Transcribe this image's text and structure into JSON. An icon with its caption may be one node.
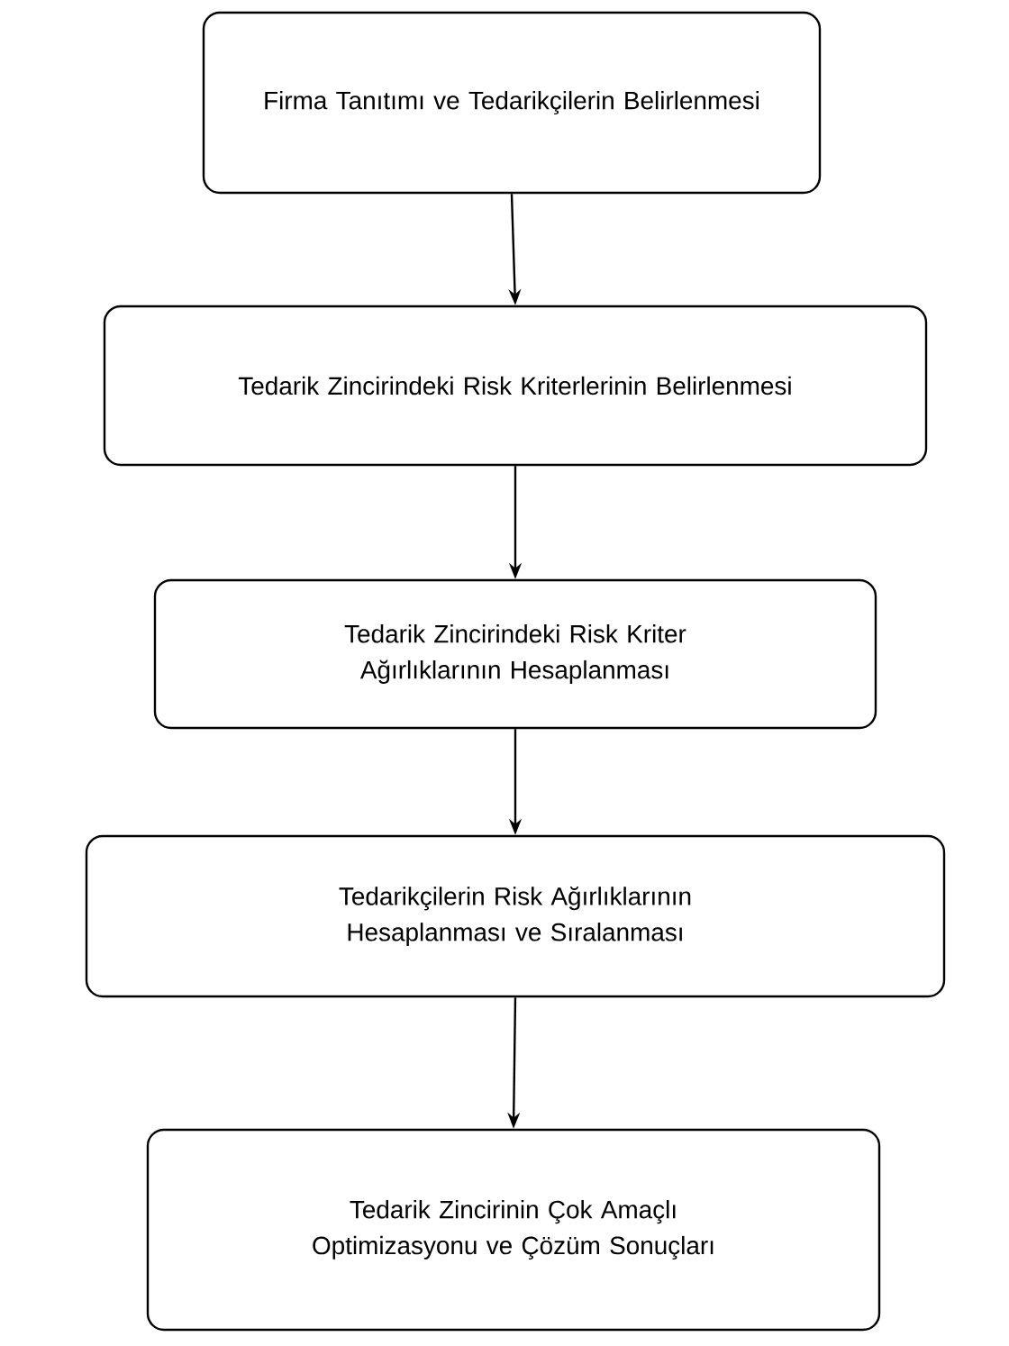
{
  "diagram": {
    "nodes": [
      {
        "text": [
          "Firma Tanıtımı ve Tedarikçilerin Belirlenmesi"
        ]
      },
      {
        "text": [
          "Tedarik Zincirindeki Risk Kriterlerinin Belirlenmesi"
        ]
      },
      {
        "text": [
          "Tedarik Zincirindeki Risk Kriter Ağırlıklarının Hesaplanması"
        ]
      },
      {
        "text": [
          "Tedarikçilerin Risk Ağırlıklarının Hesaplanması ve Sıralanması"
        ]
      },
      {
        "text": [
          "Tedarik Zincirinin Çok Amaçlı Optimizasyonu ve Çözüm Sonuçları"
        ]
      }
    ],
    "edges": [
      {
        "from": 0,
        "to": 1,
        "arrow": "to"
      },
      {
        "from": 1,
        "to": 2,
        "arrow": "to"
      },
      {
        "from": 2,
        "to": 3,
        "arrow": "to"
      },
      {
        "from": 3,
        "to": 4,
        "arrow": "to"
      }
    ]
  }
}
